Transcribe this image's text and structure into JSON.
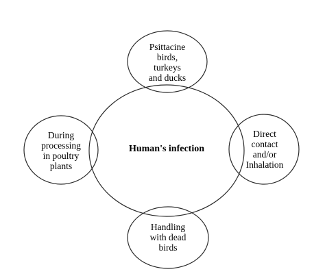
{
  "center": {
    "label": "Human's infection"
  },
  "nodes": {
    "top": "Psittacine\nbirds,\nturkeys\nand ducks",
    "right": "Direct\ncontact\nand/or\nInhalation",
    "bottom": "Handling\nwith dead\nbirds",
    "left": "During\nprocessing\nin poultry\nplants"
  },
  "colors": {
    "stroke": "#2b2b2b",
    "text": "#000000",
    "background": "#ffffff"
  }
}
